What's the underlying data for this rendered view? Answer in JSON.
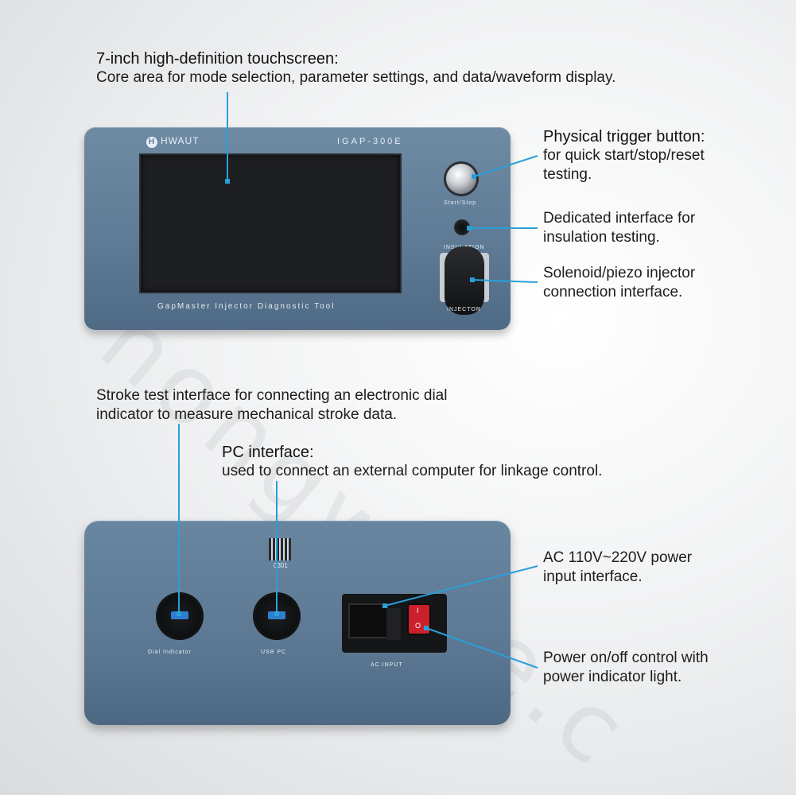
{
  "watermark": "hongwave.c",
  "front": {
    "brand": "HWAUT",
    "brand_mark": "H",
    "model": "IGAP-300E",
    "tool_name": "GapMaster Injector Diagnostic Tool",
    "trigger_label": "Start/Stop",
    "insulation_label": "INSULATION",
    "injector_label": "INJECTOR"
  },
  "rear": {
    "qr_number": "0301",
    "dial_label": "Dial Indicator",
    "usb_label": "USB PC",
    "ac_label": "AC INPUT",
    "switch_on": "I",
    "switch_off": "O"
  },
  "callouts": {
    "touchscreen": {
      "title": "7-inch high-definition touchscreen:",
      "body": "Core area for mode selection, parameter settings, and data/waveform display."
    },
    "trigger": {
      "title": "Physical trigger button:",
      "line1": "for quick start/stop/reset",
      "line2": "testing."
    },
    "insulation": {
      "line1": "Dedicated interface for",
      "line2": "insulation testing."
    },
    "injector": {
      "line1": "Solenoid/piezo injector",
      "line2": "connection interface."
    },
    "stroke": {
      "line1": "Stroke test interface for connecting an electronic dial",
      "line2": "indicator to measure mechanical stroke data."
    },
    "pc": {
      "title": "PC interface:",
      "body": "used to connect an external computer for linkage control."
    },
    "ac": {
      "line1": "AC 110V~220V power",
      "line2": "input interface."
    },
    "power": {
      "line1": "Power on/off control with",
      "line2": "power indicator light."
    }
  },
  "colors": {
    "callout_line": "#2a9fd8",
    "body_metal": "#6283a0",
    "switch_red": "#c9202a"
  }
}
